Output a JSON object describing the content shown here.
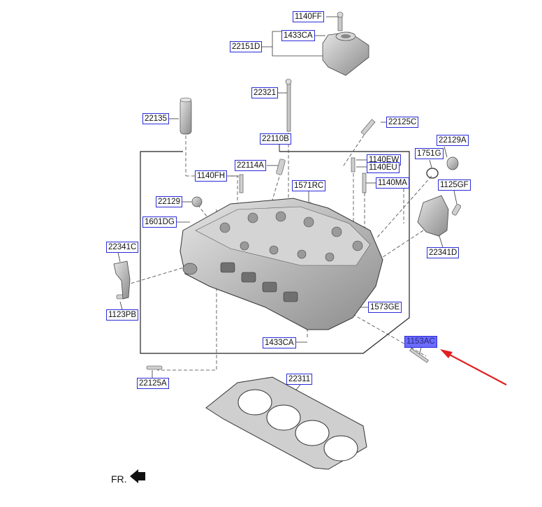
{
  "labels": {
    "p_1140ff": "1140FF",
    "p_1433ca_top": "1433CA",
    "p_22151d": "22151D",
    "p_22321": "22321",
    "p_22135": "22135",
    "p_22125c": "22125C",
    "p_22110b": "22110B",
    "p_22129a": "22129A",
    "p_1751g": "1751G",
    "p_1140ew": "1140EW",
    "p_1140eu": "1140EU",
    "p_22114a": "22114A",
    "p_1140fh": "1140FH",
    "p_1571rc": "1571RC",
    "p_1140ma": "1140MA",
    "p_1125gf": "1125GF",
    "p_22129": "22129",
    "p_1601dg": "1601DG",
    "p_22341c": "22341C",
    "p_22341d": "22341D",
    "p_1123pb": "1123PB",
    "p_1573ge": "1573GE",
    "p_1433ca_bottom": "1433CA",
    "p_1153ac": "1153AC",
    "p_22125a": "22125A",
    "p_22311": "22311"
  },
  "direction": "FR.",
  "colors": {
    "label_border": "#2b2bd6",
    "selected_fill": "#6b6bff",
    "pointer_arrow": "#e02020",
    "part_metal": "#bdbdbd"
  },
  "selected_part": "1153AC"
}
